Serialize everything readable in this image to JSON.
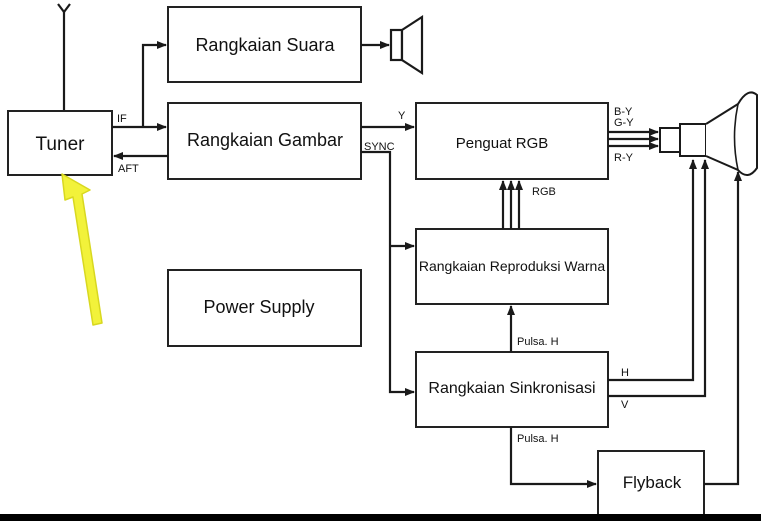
{
  "blocks": {
    "tuner": "Tuner",
    "sound": "Rangkaian Suara",
    "picture": "Rangkaian Gambar",
    "rgb_amp": "Penguat RGB",
    "color_repro": "Rangkaian Reproduksi Warna",
    "power": "Power Supply",
    "sync": "Rangkaian Sinkronisasi",
    "flyback": "Flyback"
  },
  "signals": {
    "if": "IF",
    "aft": "AFT",
    "y": "Y",
    "sync": "SYNC",
    "by": "B-Y",
    "gy": "G-Y",
    "ry": "R-Y",
    "rgb": "RGB",
    "pulse_h_top": "Pulsa. H",
    "pulse_h_bottom": "Pulsa. H",
    "h": "H",
    "v": "V"
  },
  "colors": {
    "highlight_arrow": "#f2f23a",
    "highlight_arrow_stroke": "#d8d820"
  }
}
